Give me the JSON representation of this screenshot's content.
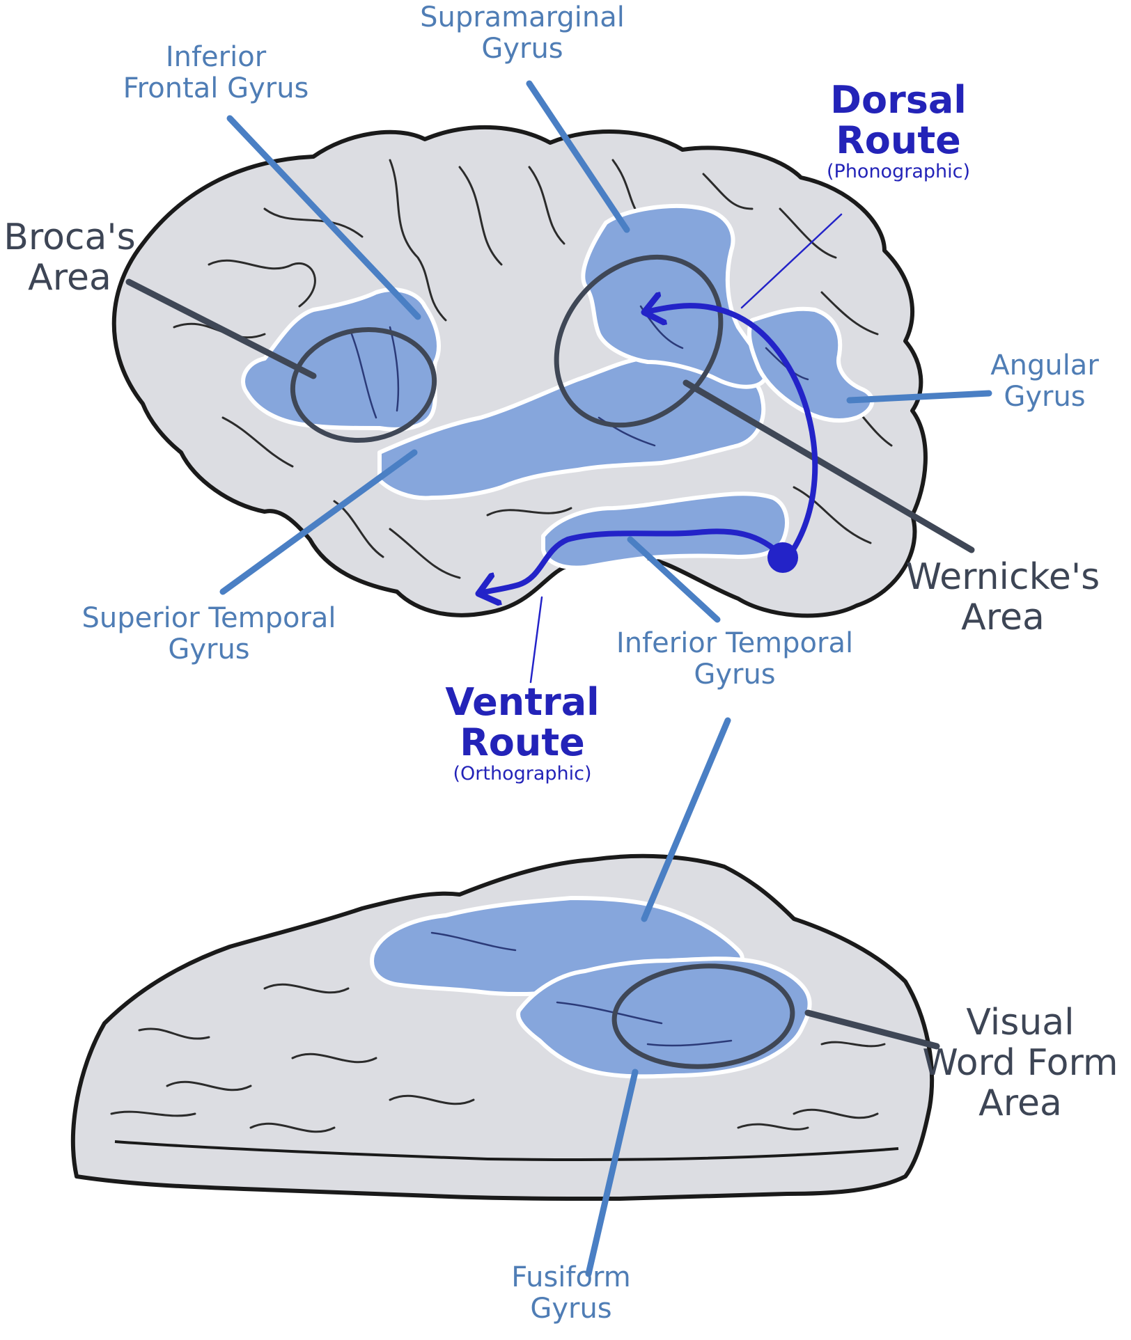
{
  "labels": {
    "supramarginal": [
      "Supramarginal",
      "Gyrus"
    ],
    "inferior_frontal": [
      "Inferior",
      "Frontal Gyrus"
    ],
    "broca": [
      "Broca's",
      "Area"
    ],
    "dorsal": {
      "lines": [
        "Dorsal",
        "Route"
      ],
      "sub": "(Phonographic)"
    },
    "angular": [
      "Angular",
      "Gyrus"
    ],
    "wernicke": [
      "Wernicke's",
      "Area"
    ],
    "superior_temporal": [
      "Superior Temporal",
      "Gyrus"
    ],
    "inferior_temporal": [
      "Inferior Temporal",
      "Gyrus"
    ],
    "ventral": {
      "lines": [
        "Ventral",
        "Route"
      ],
      "sub": "(Orthographic)"
    },
    "vwfa": [
      "Visual",
      "Word Form",
      "Area"
    ],
    "fusiform": [
      "Fusiform",
      "Gyrus"
    ]
  },
  "colors": {
    "region_fill": "#86a6dc",
    "brain_fill": "#dcdde2",
    "outline": "#1a1a1a",
    "leader_blue": "#4a7fc4",
    "leader_dark": "#3f4756",
    "route": "#2323c8"
  }
}
